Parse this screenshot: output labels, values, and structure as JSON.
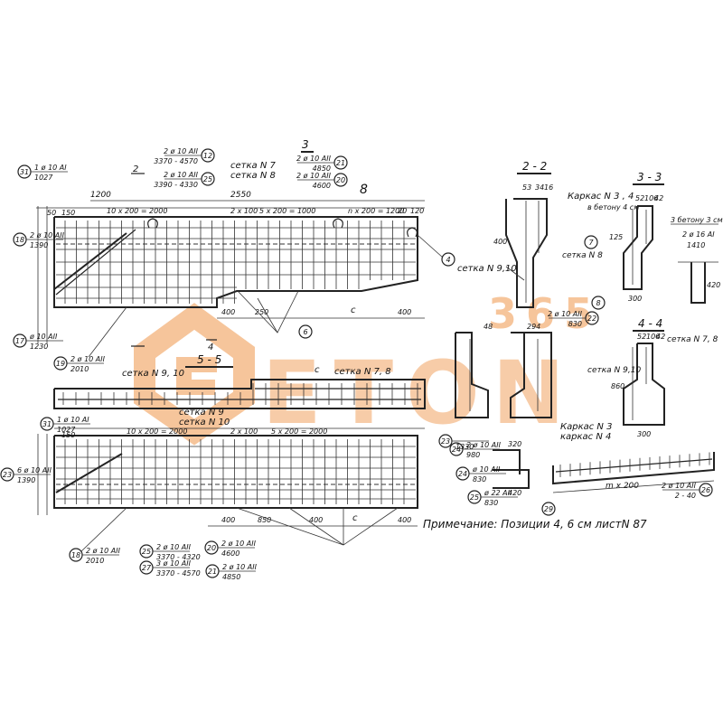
{
  "watermark": {
    "brand": "ETON",
    "digits": "365",
    "color": "#f3b27a"
  },
  "labels": {
    "sec22": "2 - 2",
    "sec33": "3 - 3",
    "sec44": "4 - 4",
    "sec55": "5 - 5",
    "mark3": "3",
    "mark2": "2",
    "mark4": "4",
    "mark8": "8",
    "mark_c": "c",
    "setka7": "сетка N 7",
    "setka8": "сетка N 8",
    "setka78": "сетка N 7, 8",
    "setka910": "сетка N 9, 10",
    "setka910b": "сетка N 9,10",
    "setka9": "сетка N 9",
    "setka10": "сетка N 10",
    "karkas34": "Каркас N 3 , 4",
    "karkas3": "Каркас N 3",
    "karkas4": "каркас N 4",
    "zabetonu": "3 бетону 3 см",
    "vbetonu": "в бетону 4 см",
    "note": "Примечание:   Позиции 4, 6 см листN 87"
  },
  "dims": {
    "top": {
      "d1200": "1200",
      "d2550": "2550",
      "d150": "150",
      "d50": "50",
      "d10x200": "10 x 200 = 2000",
      "d2x100": "2 x 100",
      "d5x200": "5 x 200 = 1000",
      "dn200": "n x 200 = 1200",
      "d400a": "400",
      "d250": "250",
      "d400b": "400",
      "d20": "20",
      "d120": "120"
    },
    "bottom": {
      "d150": "150",
      "d10x200": "10 x 200 = 2000",
      "d5x200": "5 x 200 = 2000",
      "d2x100": "2 x 100",
      "d400a": "400",
      "d850": "850",
      "d400b": "400",
      "d400c": "400"
    }
  },
  "callouts": {
    "c31_top": {
      "num": "31",
      "top": "1 ø 10 АI",
      "bot": "1027"
    },
    "c12": {
      "num": "12",
      "top": "2 ø 10 АII",
      "bot": "3370 - 4570"
    },
    "c25top": {
      "num": "25",
      "top": "2 ø 10 АII",
      "bot": "3390 - 4330"
    },
    "c21": {
      "num": "21",
      "top": "2 ø 10 АII",
      "bot": "4850"
    },
    "c20": {
      "num": "20",
      "top": "2 ø 10 АII",
      "bot": "4600"
    },
    "c19": {
      "num": "19",
      "top": "2 ø 10 АII",
      "bot": "2010"
    },
    "c18": {
      "num": "18",
      "top": "2 ø 10 АII",
      "bot": "1390"
    },
    "c17": {
      "num": "17",
      "top": "ø 10 АII",
      "bot": "1230"
    },
    "c22": {
      "num": "22",
      "top": "2 ø 10 АII",
      "bot": "830"
    },
    "c24": {
      "num": "24",
      "top": "2 ø 10 АII",
      "bot": "980"
    },
    "c23": {
      "num": "23",
      "top": "",
      "bot": "1330"
    },
    "c6": {
      "num": "6",
      "top": "",
      "bot": ""
    },
    "c4": {
      "num": "4",
      "top": "",
      "bot": ""
    },
    "c7": {
      "num": "7",
      "top": "",
      "bot": ""
    },
    "c8": {
      "num": "8",
      "top": "",
      "bot": ""
    },
    "c26": {
      "num": "26",
      "top": "2 ø 10 АII",
      "bot": "2 - 40"
    },
    "c29": {
      "num": "29",
      "top": "",
      "bot": ""
    },
    "c31_bot": {
      "num": "31",
      "top": "1 ø 10 АI",
      "bot": "1027"
    },
    "c18b": {
      "num": "18",
      "top": "2 ø 10 АII",
      "bot": "2010"
    },
    "c20b": {
      "num": "20",
      "top": "2 ø 10 АII",
      "bot": "4600"
    },
    "c21b": {
      "num": "21",
      "top": "2 ø 10 АII",
      "bot": "4850"
    },
    "c25b": {
      "num": "25",
      "top": "2 ø 10 АII",
      "bot": "3370 - 4320"
    },
    "c27": {
      "num": "27",
      "top": "3 ø 10 АII",
      "bot": "3370 - 4570"
    },
    "c24b": {
      "num": "24",
      "top": "ø 10 АII",
      "bot": "830"
    },
    "c25c": {
      "num": "25",
      "top": "ø 22 АII",
      "bot": "830"
    },
    "c23b": {
      "num": "23",
      "top": "6 ø 10 АII",
      "bot": "1390"
    }
  },
  "sections": {
    "s22": {
      "d1": "53",
      "d2": "34",
      "d3": "16",
      "d4": "400",
      "d5": "48",
      "d6": "294"
    },
    "s33": {
      "d1": "52",
      "d2": "106",
      "d3": "42",
      "d4": "300",
      "d5": "125"
    },
    "s44": {
      "d1": "52",
      "d2": "106",
      "d3": "42",
      "d4": "300",
      "d5": "860"
    },
    "rebar": {
      "top": "2 ø 16 АI",
      "bot": "1410",
      "d1": "420"
    },
    "karkas": {
      "d1": "320",
      "d2": "420",
      "d3": "m x 200"
    }
  }
}
